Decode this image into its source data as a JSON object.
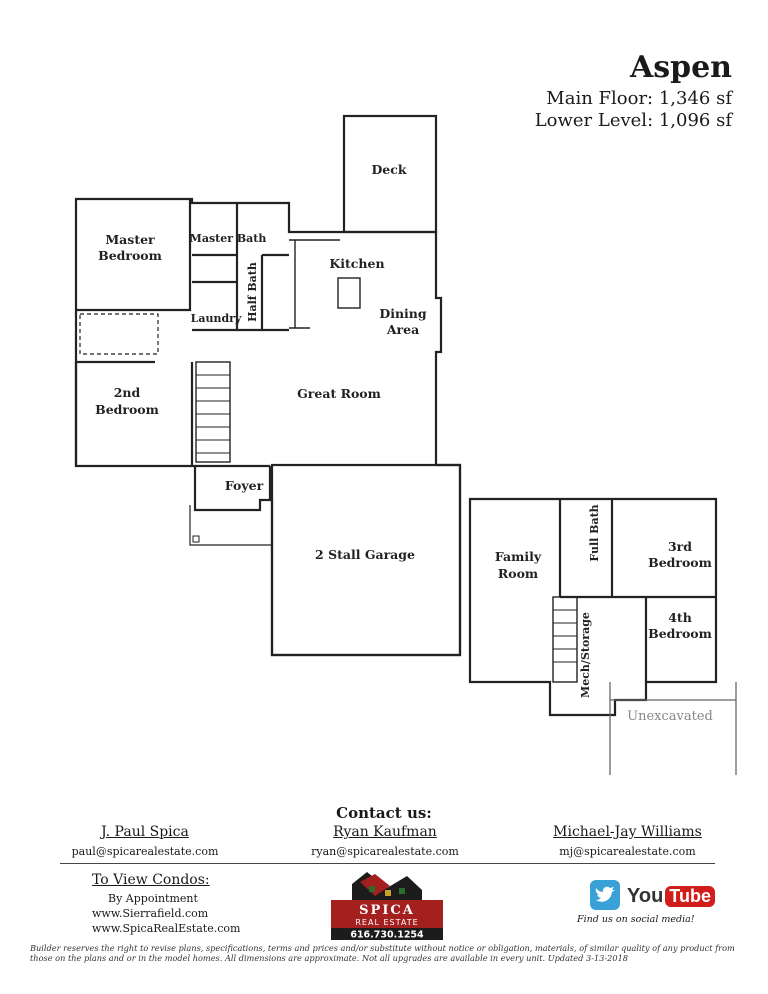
{
  "header": {
    "title": "Aspen",
    "main_floor": "Main Floor:  1,346 sf",
    "lower_level": "Lower Level: 1,096 sf"
  },
  "rooms": {
    "deck": "Deck",
    "master_bedroom_1": "Master",
    "master_bedroom_2": "Bedroom",
    "master_bath": "Master Bath",
    "half_bath": "Half Bath",
    "laundry": "Laundry",
    "kitchen": "Kitchen",
    "dining_1": "Dining",
    "dining_2": "Area",
    "great_room": "Great Room",
    "second_bedroom_1": "2nd",
    "second_bedroom_2": "Bedroom",
    "foyer": "Foyer",
    "garage": "2 Stall Garage",
    "family_room_1": "Family",
    "family_room_2": "Room",
    "full_bath": "Full Bath",
    "third_bedroom_1": "3rd",
    "third_bedroom_2": "Bedroom",
    "fourth_bedroom_1": "4th",
    "fourth_bedroom_2": "Bedroom",
    "mech_storage": "Mech/Storage",
    "unexcavated": "Unexcavated"
  },
  "contact": {
    "heading": "Contact us:",
    "people": [
      {
        "name": "J. Paul Spica",
        "email": "paul@spicarealestate.com"
      },
      {
        "name": "Ryan Kaufman",
        "email": "ryan@spicarealestate.com"
      },
      {
        "name": "Michael-Jay Williams",
        "email": "mj@spicarealestate.com"
      }
    ]
  },
  "view_condos": {
    "heading": "To View Condos:",
    "lines": [
      "By Appointment",
      "www.Sierrafield.com",
      "www.SpicaRealEstate.com"
    ]
  },
  "logo": {
    "line1": "SPICA",
    "line2": "REAL ESTATE",
    "phone": "616.730.1254",
    "colors": {
      "red": "#a3201e",
      "dark": "#1c1c1c"
    }
  },
  "social": {
    "youtube_you": "You",
    "youtube_tube": "Tube",
    "tagline": "Find us on social media!",
    "colors": {
      "twitter": "#3aa1d6",
      "youtube": "#d21e1b"
    }
  },
  "disclaimer": "Builder reserves the right to revise plans, specifications, terms and prices and/or substitute without notice or obligation, materials, of similar quality of any product from those on the plans and or in the model homes. All dimensions are approximate.  Not all upgrades are available in every unit. Updated 3-13-2018"
}
